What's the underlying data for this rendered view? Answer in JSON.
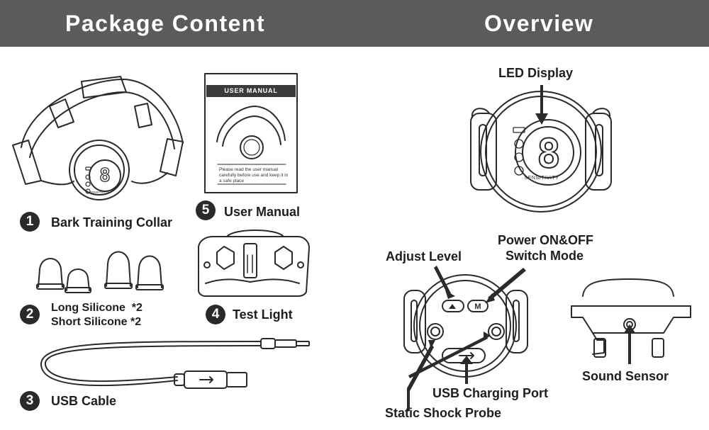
{
  "header": {
    "left_title": "Package Content",
    "right_title": "Overview"
  },
  "package": {
    "items": [
      {
        "number": "1",
        "label": "Bark Training Collar"
      },
      {
        "number": "2",
        "label_line1": "Long Silicone  *2",
        "label_line2": "Short Silicone *2"
      },
      {
        "number": "3",
        "label": "USB Cable"
      },
      {
        "number": "4",
        "label": "Test Light"
      },
      {
        "number": "5",
        "label": "User Manual"
      }
    ],
    "manual": {
      "cover_title": "USER MANUAL",
      "note": "Please read the user manual carefully before use and keep it in a safe place"
    },
    "device_small": {
      "digit": "8",
      "sensitivity": "SENSITIVITY"
    }
  },
  "overview": {
    "led_display": "LED Display",
    "display_digit": "8",
    "sensitivity": "SENSITIVITY",
    "adjust_level": "Adjust Level",
    "power_line1": "Power ON&OFF",
    "power_line2": "Switch Mode",
    "m_button": "M",
    "static_shock_probe": "Static Shock Probe",
    "usb_charging_port": "USB Charging Port",
    "sound_sensor": "Sound Sensor"
  },
  "colors": {
    "header_band": "#5b5b5b",
    "ink": "#1e1e1e",
    "white": "#ffffff"
  }
}
